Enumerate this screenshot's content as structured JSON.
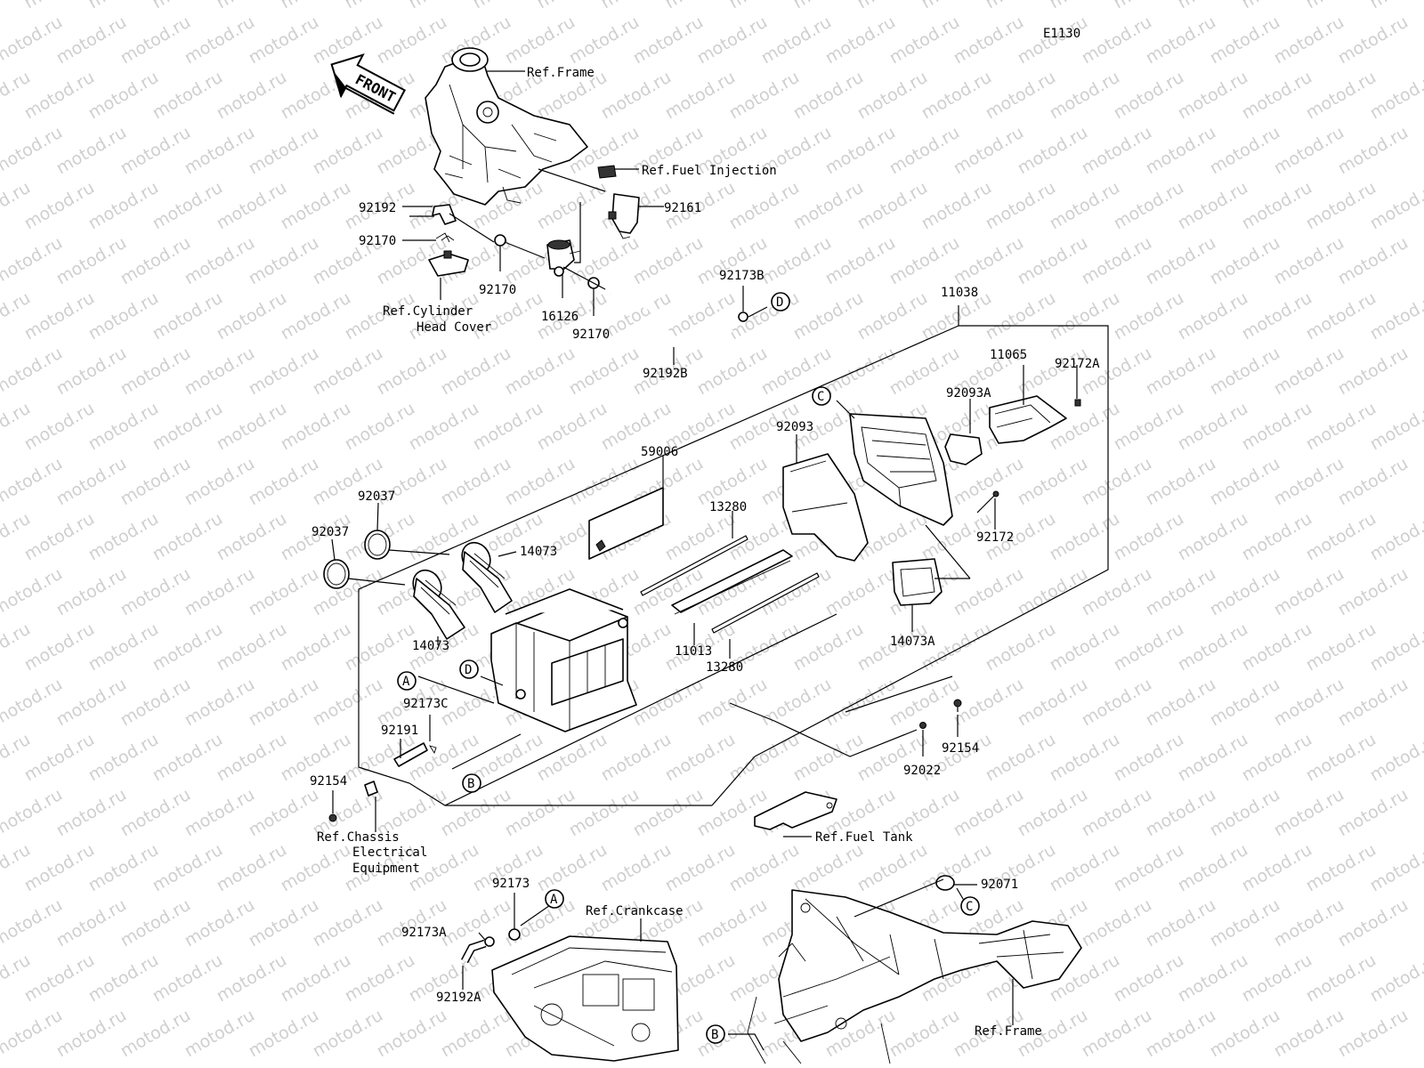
{
  "diagram_code": "E1130",
  "watermark": "motod.ru",
  "front_arrow": "FRONT",
  "parts": {
    "p92192": "92192",
    "p92170a": "92170",
    "p92170b": "92170",
    "p92170c": "92170",
    "p16126": "16126",
    "p92161": "92161",
    "p92173B": "92173B",
    "p92192B": "92192B",
    "p11038": "11038",
    "p11065": "11065",
    "p92172A": "92172A",
    "p92093A": "92093A",
    "p92093": "92093",
    "p59006": "59006",
    "p13280a": "13280",
    "p13280b": "13280",
    "p11013": "11013",
    "p92172": "92172",
    "p14073A": "14073A",
    "p92037a": "92037",
    "p92037b": "92037",
    "p14073a": "14073",
    "p14073b": "14073",
    "p92173C": "92173C",
    "p92191": "92191",
    "p92154a": "92154",
    "p92154b": "92154",
    "p92022": "92022",
    "p92071": "92071",
    "p92173": "92173",
    "p92173A": "92173A",
    "p92192A": "92192A"
  },
  "refs": {
    "frame_top": "Ref.Frame",
    "fuel_injection": "Ref.Fuel Injection",
    "cyl_head_1": "Ref.Cylinder",
    "cyl_head_2": "Head Cover",
    "fuel_tank": "Ref.Fuel Tank",
    "chassis_1": "Ref.Chassis",
    "chassis_2": "Electrical",
    "chassis_3": "Equipment",
    "crankcase": "Ref.Crankcase",
    "frame_bottom": "Ref.Frame"
  },
  "markers": {
    "A": "A",
    "B": "B",
    "C": "C",
    "D": "D"
  }
}
